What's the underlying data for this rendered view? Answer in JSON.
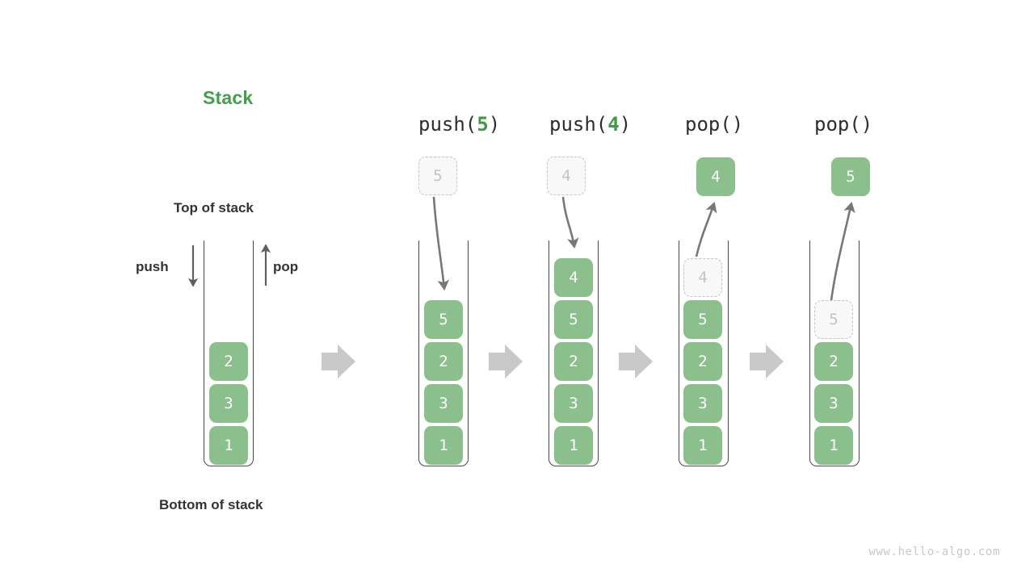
{
  "title": {
    "text": "Stack",
    "color": "#42a04a"
  },
  "annotations": {
    "top_of_stack": "Top of stack",
    "bottom_of_stack": "Bottom of stack",
    "push": "push",
    "pop": "pop"
  },
  "watermark": "www.hello-algo.com",
  "colors": {
    "element_fill": "#8bbf8c",
    "element_text": "#ffffff",
    "ghost_fill": "#f8f8f8",
    "ghost_border": "#c4c4c4",
    "ghost_text": "#c2c2c2",
    "tube_stroke": "#4a4a4a",
    "arrow": "#777777",
    "transition_arrow": "#c9c9c9",
    "label_text": "#333333",
    "accent_green": "#3e9a46"
  },
  "columns": [
    {
      "id": "initial",
      "op_prefix": "",
      "op_arg": "",
      "op_suffix": "",
      "has_op_title": false,
      "stack": [
        "2",
        "3",
        "1"
      ],
      "external": null,
      "ghost_inside": null,
      "ghost_outside": null
    },
    {
      "id": "push-5",
      "op_prefix": "push(",
      "op_arg": "5",
      "op_suffix": ")",
      "has_op_title": true,
      "stack": [
        "5",
        "2",
        "3",
        "1"
      ],
      "external": null,
      "ghost_inside": null,
      "ghost_outside": "5"
    },
    {
      "id": "push-4",
      "op_prefix": "push(",
      "op_arg": "4",
      "op_suffix": ")",
      "has_op_title": true,
      "stack": [
        "4",
        "5",
        "2",
        "3",
        "1"
      ],
      "external": null,
      "ghost_inside": null,
      "ghost_outside": "4"
    },
    {
      "id": "pop-4",
      "op_prefix": "pop()",
      "op_arg": "",
      "op_suffix": "",
      "has_op_title": true,
      "stack": [
        "5",
        "2",
        "3",
        "1"
      ],
      "external": "4",
      "ghost_inside": "4",
      "ghost_outside": null
    },
    {
      "id": "pop-5",
      "op_prefix": "pop()",
      "op_arg": "",
      "op_suffix": "",
      "has_op_title": true,
      "stack": [
        "2",
        "3",
        "1"
      ],
      "external": "5",
      "ghost_inside": "5",
      "ghost_outside": null
    }
  ],
  "transition_arrows": 4
}
